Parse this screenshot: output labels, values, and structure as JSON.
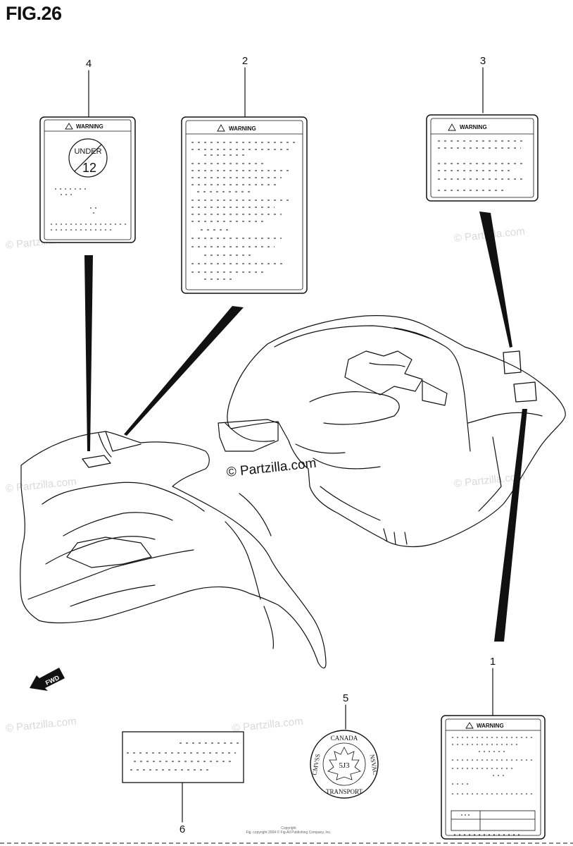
{
  "figure": {
    "title": "FIG.26"
  },
  "callouts": [
    "1",
    "2",
    "3",
    "4",
    "5",
    "6"
  ],
  "labels": {
    "warning": "WARNING",
    "fwd": "FWD"
  },
  "seal": {
    "top": "CANADA",
    "left": "CMVSS",
    "right": "NSVAC",
    "bottom": "TRANSPORT",
    "center": "5J3"
  },
  "prohibition_sign": {
    "text": "UNDER",
    "number": "12"
  },
  "watermark": {
    "text": "© Partzilla.com"
  },
  "footer": {
    "line1": "Copyright",
    "line2": "Fig. copyright 2004 © Fig-All Publishing Company, Inc."
  }
}
